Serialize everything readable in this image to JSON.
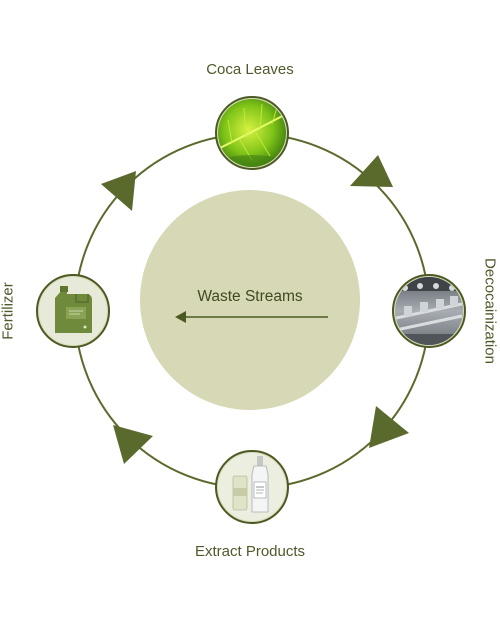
{
  "diagram": {
    "center_label": "Waste Streams",
    "nodes": {
      "top": {
        "label": "Coca Leaves",
        "image": "leaf-photo"
      },
      "right": {
        "label": "Decocainization",
        "image": "factory-equipment-photo"
      },
      "bottom": {
        "label": "Extract Products",
        "image": "bottles-photo"
      },
      "left": {
        "label": "Fertilizer",
        "image": "jerrycan-photo"
      }
    },
    "cycle_direction": "clockwise",
    "colors": {
      "ring": "#5a6a2c",
      "arrow": "#5a6a2c",
      "center_fill": "#d7d8b6",
      "text": "#4d5a2a",
      "node_border": "#4b5a22",
      "node_fill": "#d9dcbc"
    }
  }
}
